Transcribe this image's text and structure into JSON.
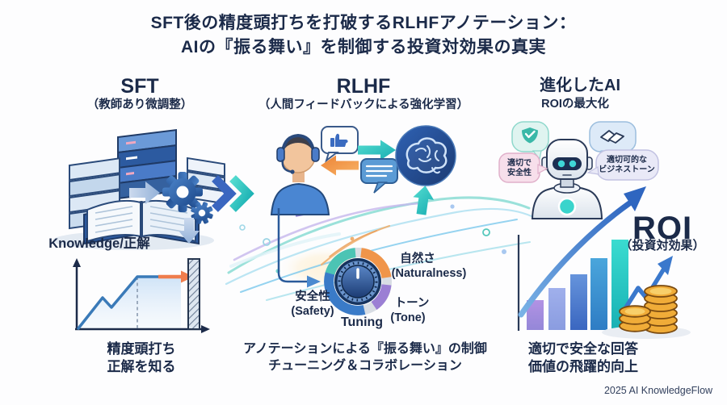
{
  "title": {
    "line1": "SFT後の精度頭打ちを打破するRLHFアノテーション：",
    "line2": "AIの『振る舞い』を制御する投資対効果の真実"
  },
  "sections": {
    "sft": {
      "heading": "SFT",
      "subheading": "（教師あり微調整）",
      "knowledge_label": "Knowledge/正解",
      "caption_line1": "精度頭打ち",
      "caption_line2": "正解を知る"
    },
    "rlhf": {
      "heading": "RLHF",
      "subheading": "（人間フィードバックによる強化学習）",
      "caption_line1": "アノテーションによる『振る舞い』の制御",
      "caption_line2": "チューニング＆コラボレーション"
    },
    "ai": {
      "heading": "進化したAI",
      "subheading": "ROIの最大化",
      "caption_line1": "適切で安全な回答",
      "caption_line2": "価値の飛躍的向上"
    }
  },
  "dial": {
    "safety_jp": "安全性",
    "safety_en": "(Safety)",
    "natural_jp": "自然さ",
    "natural_en": "(Naturalness)",
    "tone_jp": "トーン",
    "tone_en": "(Tone)",
    "tuning": "Tuning"
  },
  "robot_bubbles": {
    "left_line1": "適切で",
    "left_line2": "安全性",
    "right_line1": "適切可的な",
    "right_line2": "ビジネストーン"
  },
  "roi": {
    "label": "ROI",
    "sublabel": "（投資対効果）"
  },
  "footer": {
    "credit": "2025 AI KnowledgeFlow"
  },
  "icons": [
    "books-knowledge-icon",
    "gears-icon",
    "chevron-right-icon",
    "annotator-person-icon",
    "thumbs-up-bubble-icon",
    "chat-bubble-icon",
    "brain-icon",
    "tuning-dial-icon",
    "robot-icon",
    "shield-check-bubble-icon",
    "handshake-bubble-icon",
    "coins-icon",
    "growth-arrow-icon",
    "plateau-wall-icon"
  ],
  "colors": {
    "navy_text": "#1b2a49",
    "blue": "#3a6bc0",
    "teal": "#2ec4bf",
    "orange": "#f0914a",
    "purple": "#9b7fd4",
    "gold": "#f0b545",
    "pink_bubble": "#f7dfeb",
    "lavender_bubble": "#e9e9f7"
  },
  "chart_data": [
    {
      "type": "line",
      "title": "SFT精度頭打ち（概念図・数値ラベルなし）",
      "x_relative": [
        0,
        20,
        27,
        47,
        82
      ],
      "y_relative": [
        0,
        55,
        38,
        92,
        92
      ],
      "annotations": [
        "破線＝頭打ち開始点",
        "オレンジ矢印が壁（斜線バー）に突き当たる"
      ],
      "grid": false
    },
    {
      "type": "bar",
      "title": "ROI成長（概念図・数値ラベルなし）",
      "relative_heights": [
        33,
        46,
        61,
        79,
        100
      ],
      "trend": "increasing",
      "annotations": [
        "上向きスウッシュ矢印",
        "ジグザグ上昇矢印と金貨の山"
      ],
      "grid": false
    }
  ]
}
